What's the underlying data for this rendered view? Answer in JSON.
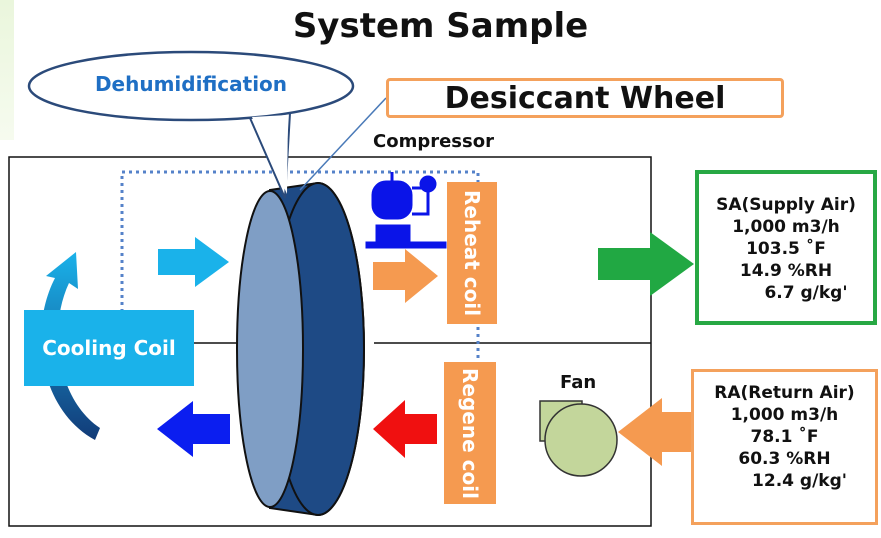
{
  "title": "System Sample",
  "callouts": {
    "dehumidification": "Dehumidification",
    "desiccant_wheel": "Desiccant Wheel"
  },
  "labels": {
    "compressor": "Compressor",
    "fan": "Fan",
    "cooling_coil": "Cooling Coil",
    "reheat_coil": "Reheat coil",
    "regene_coil": "Regene coil"
  },
  "supply_air": {
    "header": "SA(Supply Air)",
    "flow": "1,000 m3/h",
    "temperature": "103.5 ˚F",
    "humidity": "14.9 %RH",
    "moisture": "6.7 g/kg'"
  },
  "return_air": {
    "header": "RA(Return Air)",
    "flow": "1,000 m3/h",
    "temperature": "78.1 ˚F",
    "humidity": "60.3 %RH",
    "moisture": "12.4 g/kg'"
  },
  "icons": [
    "arrow-right-icon",
    "arrow-left-icon",
    "curved-arrow-icon",
    "compressor-icon",
    "fan-icon",
    "desiccant-wheel-icon"
  ],
  "colors": {
    "cooling_coil": "#1ab2ea",
    "coil_orange": "#f59a50",
    "wheel_face": "#7f9ec5",
    "wheel_body": "#1e4a85",
    "arrow_light_blue": "#1ab2ea",
    "arrow_blue": "#0b1ef0",
    "arrow_red": "#f01010",
    "arrow_green": "#21a843",
    "arrow_orange": "#f59a50",
    "compressor": "#0a14e8",
    "fan": "#c3d69b",
    "dotted_line": "#5582c9"
  }
}
